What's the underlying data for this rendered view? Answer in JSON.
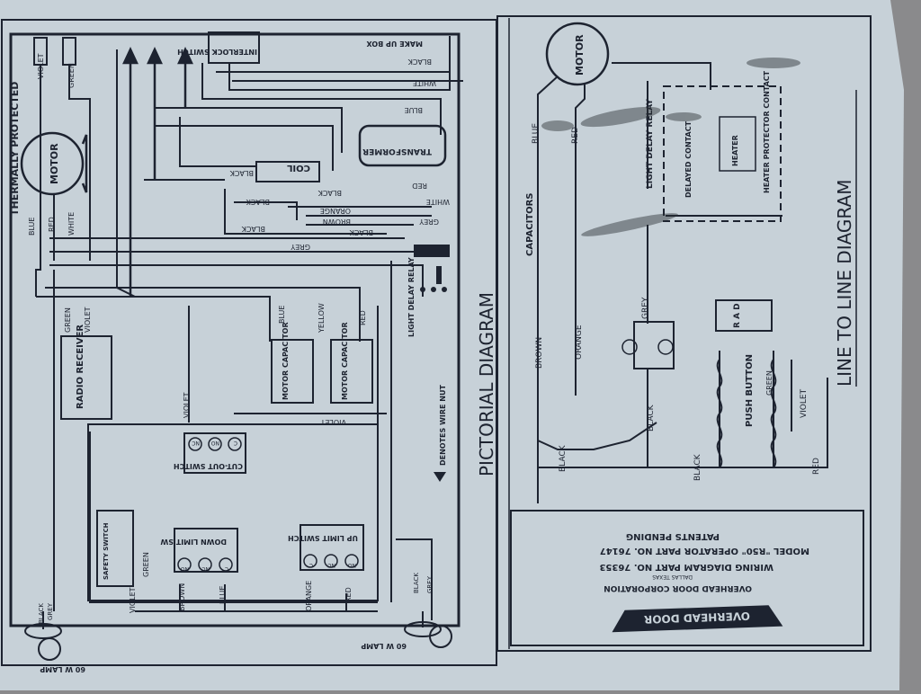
{
  "pictorial": {
    "title": "PICTORIAL DIAGRAM",
    "thermally_protected": "THERMALLY PROTECTED",
    "motor": "MOTOR",
    "interlock_switch": "INTERLOCK SWITCH",
    "make_up_box": "MAKE UP BOX",
    "coil": "COIL",
    "transformer": "TRANSFORMER",
    "radio_receiver": "RADIO RECEIVER",
    "motor_capacitor": "MOTOR CAPACITOR",
    "cutout_switch": "CUT-OUT SWITCH",
    "safety_switch": "SAFETY SWITCH",
    "down_limit_switch": "DOWN LIMIT SW",
    "up_limit_switch": "UP LIMIT SWITCH",
    "light_delay_relay": "LIGHT DELAY RELAY",
    "wire_nut_note": "DENOTES WIRE NUT",
    "lamp_left": "60 W LAMP",
    "lamp_right": "60 W LAMP",
    "terminals": {
      "c": "C",
      "nc": "NC",
      "no": "NO"
    },
    "wires": {
      "black": "BLACK",
      "white": "WHITE",
      "violet": "VIOLET",
      "green": "GREEN",
      "blue": "BLUE",
      "red": "RED",
      "grey": "GREY",
      "orange": "ORANGE",
      "brown": "BROWN",
      "yellow": "YELLOW"
    }
  },
  "line_to_line": {
    "title": "LINE TO LINE DIAGRAM",
    "motor": "MOTOR",
    "capacitors": "CAPACITORS",
    "blue": "BLUE",
    "red": "RED",
    "light_delay_relay": "LIGHT DELAY RELAY",
    "delayed_contact": "DELAYED CONTACT",
    "heater": "HEATER",
    "heater_protector_contact": "HEATER PROTECTOR CONTACT",
    "grey": "GREY",
    "brown": "BROWN",
    "orange": "ORANGE",
    "black": "BLACK",
    "black_2": "BLACK",
    "black_3": "BLACK",
    "violet": "VIOLET",
    "red_2": "RED",
    "rad": "R A D",
    "green": "GREEN",
    "push_button": "PUSH BUTTON"
  },
  "title_block": {
    "company": "OVERHEAD DOOR CORPORATION",
    "city": "DALLAS TEXAS",
    "line1": "WIRING DIAGRAM PART NO. 76353",
    "line2": "MODEL \"R50\" OPERATOR PART NO. 76147",
    "line3": "PATENTS PENDING",
    "logo": "OVERHEAD DOOR"
  },
  "colors": {
    "paper": "#c9d3d9",
    "ink": "#1d2330",
    "background": "#8a8a8c"
  }
}
